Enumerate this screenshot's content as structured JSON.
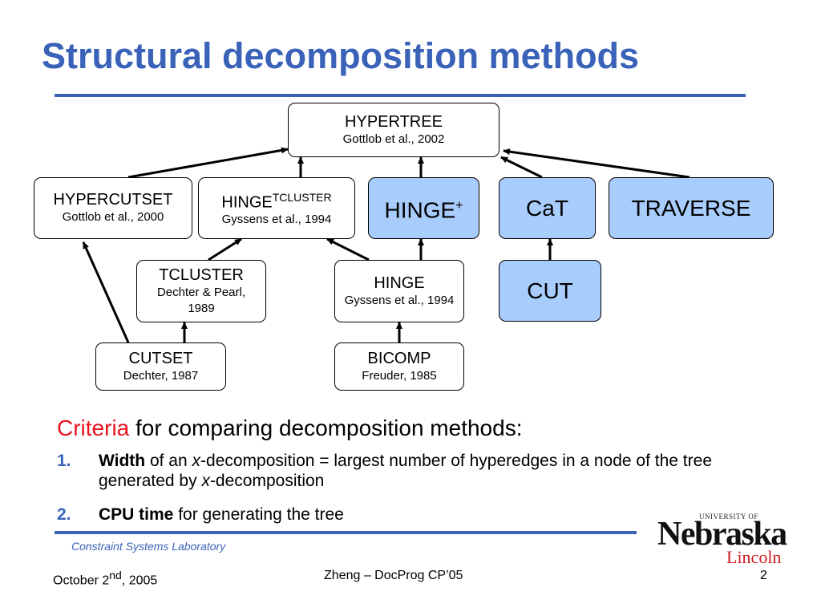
{
  "slide": {
    "title": "Structural decomposition methods"
  },
  "nodes": {
    "hypertree": {
      "name": "HYPERTREE",
      "cite": "Gottlob et al., 2002"
    },
    "hypercutset": {
      "name": "HYPERCUTSET",
      "cite": "Gottlob et al., 2000"
    },
    "hinge_tcluster": {
      "name": "HINGE",
      "sup": "TCLUSTER",
      "cite": "Gyssens et al., 1994"
    },
    "hinge_plus": {
      "name": "HINGE",
      "sup": "+"
    },
    "cat": {
      "name": "CaT"
    },
    "traverse": {
      "name": "TRAVERSE"
    },
    "tcluster": {
      "name": "TCLUSTER",
      "cite": "Dechter & Pearl, 1989"
    },
    "hinge": {
      "name": "HINGE",
      "cite": "Gyssens et al., 1994"
    },
    "cut": {
      "name": "CUT"
    },
    "cutset": {
      "name": "CUTSET",
      "cite": "Dechter, 1987"
    },
    "bicomp": {
      "name": "BICOMP",
      "cite": "Freuder, 1985"
    }
  },
  "criteria": {
    "highlight": "Criteria",
    "rest": " for comparing decomposition methods:",
    "items": [
      {
        "num": "1.",
        "bold": "Width",
        "t1": " of an ",
        "italic1": "x",
        "t2": "-decomposition = largest number of hyperedges in a node of the tree generated by ",
        "italic2": "x",
        "t3": "-decomposition"
      },
      {
        "num": "2.",
        "bold": "CPU time",
        "t1": " for generating the tree"
      }
    ]
  },
  "footer": {
    "lab": "Constraint Systems Laboratory",
    "date_pre": "October 2",
    "date_sup": "nd",
    "date_post": ", 2005",
    "center": "Zheng – DocProg CP’05",
    "page": "2"
  },
  "logo": {
    "university": "UNIVERSITY OF",
    "name": "Nebraska",
    "campus": "Lincoln"
  },
  "colors": {
    "accent": "#3a62b8",
    "highlight": "#e8141e",
    "node_blue": "#a8ccfb"
  }
}
